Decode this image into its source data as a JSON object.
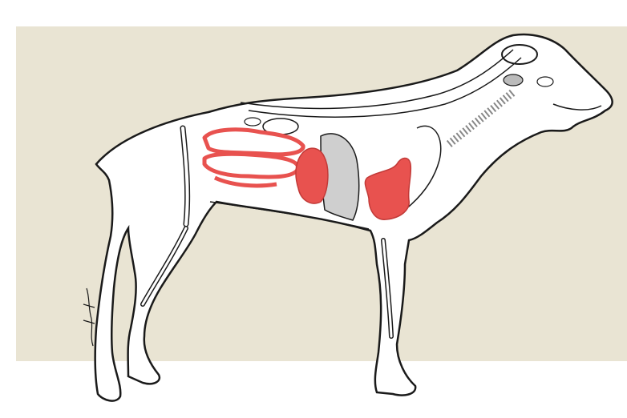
{
  "figure": {
    "colors": {
      "panel": "#e9e4d3",
      "outline": "#1a1a1a",
      "body_fill": "#ffffff",
      "organ_red": "#e8524f",
      "organ_red_dark": "#d43c3a",
      "bone_shade": "#9a9a9a"
    },
    "regions": [
      {
        "id": "intestines",
        "highlighted": true
      },
      {
        "id": "liver-heart-lobes",
        "highlighted": true
      },
      {
        "id": "stomach",
        "highlighted": true
      },
      {
        "id": "lungs",
        "highlighted": false
      },
      {
        "id": "trachea-esophagus",
        "highlighted": false
      },
      {
        "id": "skeleton",
        "highlighted": false
      }
    ],
    "signature_present": true
  }
}
